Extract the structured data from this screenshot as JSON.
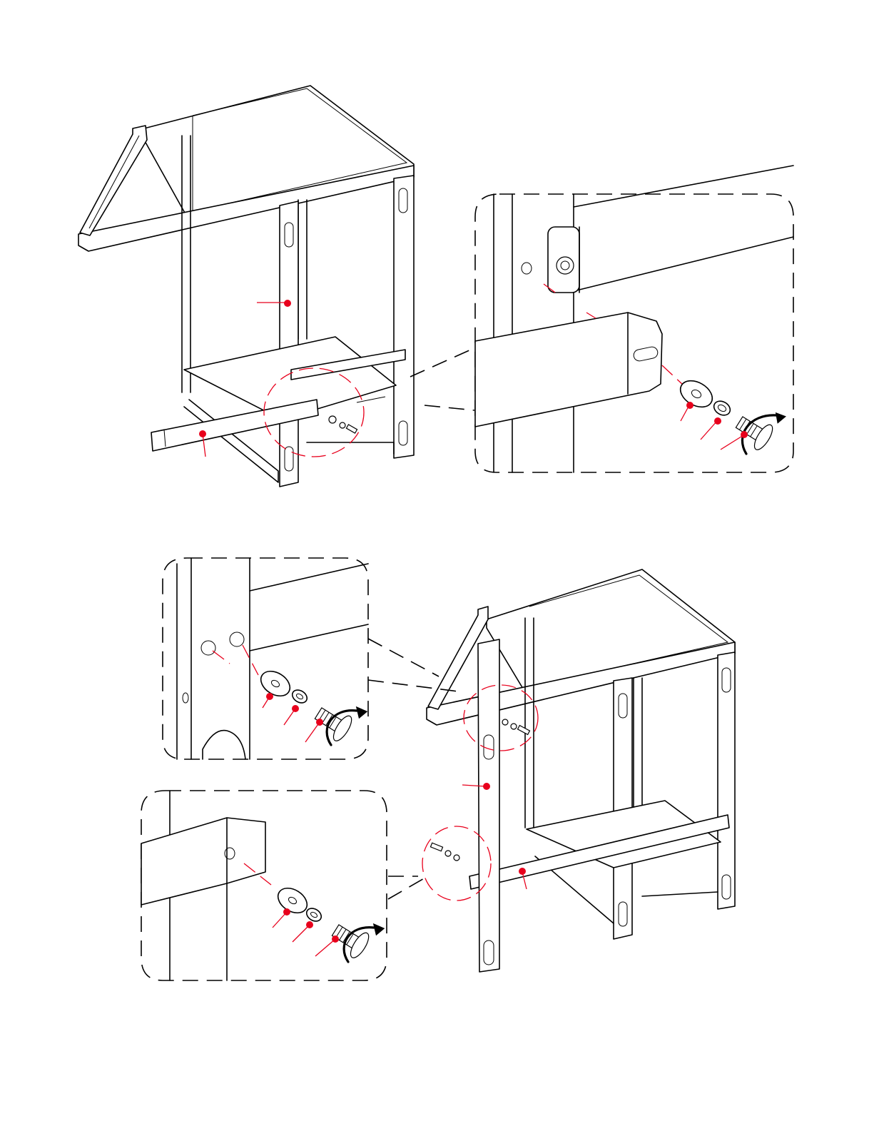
{
  "diagram": {
    "kind": "assembly-instructions",
    "colors": {
      "line": "#000000",
      "callout": "#e8001c",
      "background": "#ffffff"
    },
    "steps": [
      {
        "id": "upper",
        "parts": [
          "frame",
          "crossbar",
          "washer",
          "lock-washer",
          "bolt"
        ]
      },
      {
        "id": "lower",
        "parts": [
          "frame",
          "side-leg",
          "crossbar",
          "washer",
          "lock-washer",
          "bolt"
        ]
      }
    ],
    "icons": [
      "rotate-arrow-icon",
      "callout-dot-icon"
    ]
  }
}
